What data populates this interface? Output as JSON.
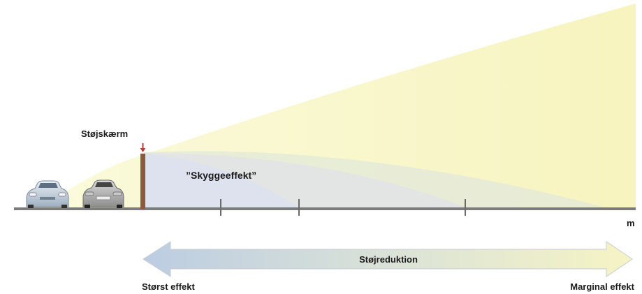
{
  "labels": {
    "barrier": "Støjskærm",
    "shadow_effect": "”Skyggeeffekt”",
    "distance_unit": "m",
    "arrow_label": "Støjreduktion",
    "left_end": "Størst effekt",
    "right_end": "Marginal effekt"
  },
  "colors": {
    "sound_spread": "#f9f7c9",
    "shadow_zone_outer": "#e6ecd6",
    "shadow_zone_mid": "#e2e6df",
    "shadow_zone_inner": "#dfe3ec",
    "ground": "#7a7a7a",
    "barrier": "#8a5a3c",
    "barrier_marker": "#b0443a",
    "arrow_left": "#bfd0e4",
    "arrow_right": "#f6f4c6"
  },
  "icons": {
    "car_1": "car-front-icon",
    "car_2": "car-rear-icon",
    "marker": "down-arrow-icon"
  }
}
